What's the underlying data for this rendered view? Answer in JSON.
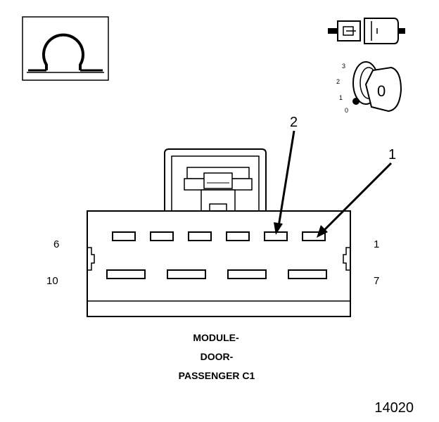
{
  "icons": {
    "ohmmeter": "ohm-symbol-icon",
    "connector": "connector-icon",
    "ignition": "ignition-key-icon"
  },
  "ignition": {
    "positions": [
      "3",
      "2",
      "1",
      "0"
    ],
    "key_label": "0"
  },
  "callouts": [
    {
      "label": "2"
    },
    {
      "label": "1"
    }
  ],
  "pin_labels": {
    "top_left": "6",
    "top_right": "1",
    "bottom_left": "10",
    "bottom_right": "7"
  },
  "caption": {
    "line1": "MODULE-",
    "line2": "DOOR-",
    "line3": "PASSENGER C1"
  },
  "figure_number": "14020"
}
